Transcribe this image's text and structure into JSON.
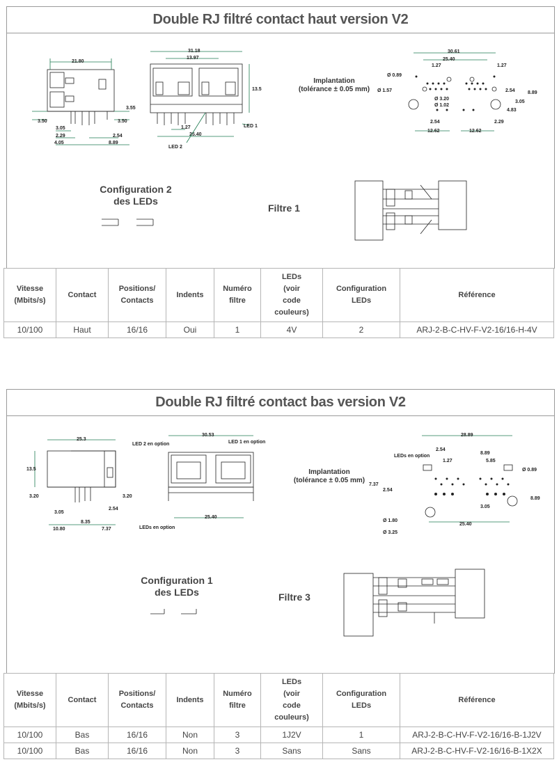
{
  "sections": [
    {
      "title": "Double RJ filtré contact haut version V2",
      "config_label": "Configuration 2\ndes LEDs",
      "filter_label": "Filtre 1",
      "implant_label": "Implantation\n(tolérance ± 0.05 mm)",
      "dims": {
        "side_width": "21.80",
        "side_h1": "3.55",
        "side_h2": "3.50",
        "side_h3": "3.50",
        "side_b1": "3.05",
        "side_b2": "2.29",
        "side_b3": "4.05",
        "side_b4": "2.54",
        "side_b5": "8.89",
        "front_w1": "31.18",
        "front_w2": "13.97",
        "front_h": "13.5",
        "front_b1": "1.27",
        "front_b2": "25.40",
        "front_led1": "LED 1",
        "front_led2": "LED 2",
        "fp_w1": "30.61",
        "fp_w2": "25.40",
        "fp_d1": "Ø 0.89",
        "fp_d2": "Ø 1.57",
        "fp_d3": "Ø 3.20",
        "fp_d4": "Ø 1.02",
        "fp_p1": "1.27",
        "fp_p2": "1.27",
        "fp_p3": "2.54",
        "fp_p4": "8.89",
        "fp_p5": "3.05",
        "fp_p6": "4.83",
        "fp_p7": "2.54",
        "fp_p8": "2.29",
        "fp_p9": "12.62",
        "fp_p10": "12.62"
      }
    },
    {
      "title": "Double RJ filtré contact bas version V2",
      "config_label": "Configuration 1\ndes LEDs",
      "filter_label": "Filtre 3",
      "implant_label": "Implantation\n(tolérance ± 0.05 mm)",
      "dims": {
        "side_width": "25.3",
        "side_h": "13.5",
        "side_h2": "3.20",
        "side_h3": "3.20",
        "side_b1": "3.05",
        "side_b2": "8.35",
        "side_b3": "2.54",
        "side_b4": "10.80",
        "side_b5": "7.37",
        "side_leds": "LEDs\nen option",
        "front_w1": "30.53",
        "front_w2": "25.40",
        "front_led1": "LED 1\nen option",
        "front_led2": "LED 2\nen option",
        "fp_w1": "28.89",
        "fp_p1": "2.54",
        "fp_p2": "1.27",
        "fp_p3": "8.89",
        "fp_p4": "5.85",
        "fp_d1": "Ø 0.89",
        "fp_p5": "7.37",
        "fp_p6": "2.54",
        "fp_p7": "8.89",
        "fp_p8": "3.05",
        "fp_w2": "25.40",
        "fp_d2": "Ø 1.80",
        "fp_d3": "Ø 3.25",
        "fp_leds": "LEDs\nen option"
      }
    }
  ],
  "table_headers": [
    "Vitesse\n(Mbits/s)",
    "Contact",
    "Positions/\nContacts",
    "Indents",
    "Numéro\nfiltre",
    "LEDs\n(voir\ncode\ncouleurs)",
    "Configuration\nLEDs",
    "Référence"
  ],
  "table1_rows": [
    [
      "10/100",
      "Haut",
      "16/16",
      "Oui",
      "1",
      "4V",
      "2",
      "ARJ-2-B-C-HV-F-V2-16/16-H-4V"
    ]
  ],
  "table2_rows": [
    [
      "10/100",
      "Bas",
      "16/16",
      "Non",
      "3",
      "1J2V",
      "1",
      "ARJ-2-B-C-HV-F-V2-16/16-B-1J2V"
    ],
    [
      "10/100",
      "Bas",
      "16/16",
      "Non",
      "3",
      "Sans",
      "Sans",
      "ARJ-2-B-C-HV-F-V2-16/16-B-1X2X"
    ]
  ],
  "colors": {
    "dimension_line": "#1e7a50",
    "border": "#9a9a9a",
    "text": "#444444"
  }
}
